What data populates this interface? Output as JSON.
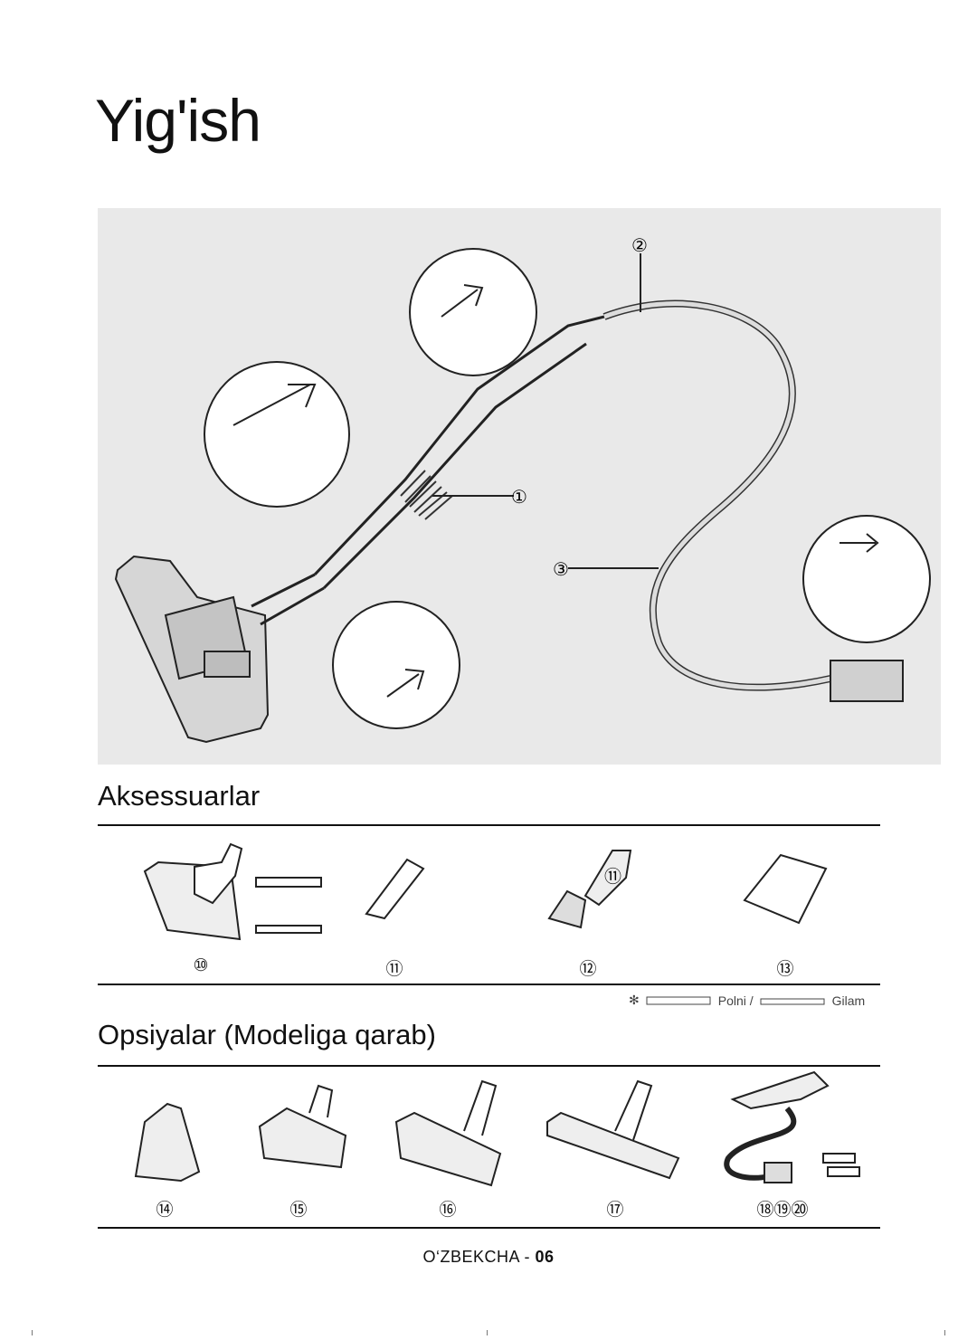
{
  "page": {
    "title": "Yig'ish",
    "footer_lang": "O‘ZBEKCHA - ",
    "footer_page": "06"
  },
  "assembly": {
    "callouts": [
      "①",
      "②",
      "③"
    ]
  },
  "accessories": {
    "heading": "Aksessuarlar",
    "items": [
      "⑩",
      "⑪",
      "⑫",
      "⑬"
    ],
    "inner_label": "⑪",
    "note_symbol": "✻",
    "note_floor": "Polni /",
    "note_carpet": "Gilam"
  },
  "options": {
    "heading": "Opsiyalar (Modeliga qarab)",
    "items": [
      "⑭",
      "⑮",
      "⑯",
      "⑰",
      "⑱⑲⑳"
    ]
  },
  "icons": [
    "vacuum-assembly-illustration",
    "floor-brush-icon",
    "crevice-tool-icon",
    "dusting-brush-icon",
    "manual-icon",
    "turbo-brush-icon",
    "mini-turbo-icon",
    "hardfloor-brush-icon",
    "parquet-brush-icon",
    "remote-hose-icon"
  ]
}
